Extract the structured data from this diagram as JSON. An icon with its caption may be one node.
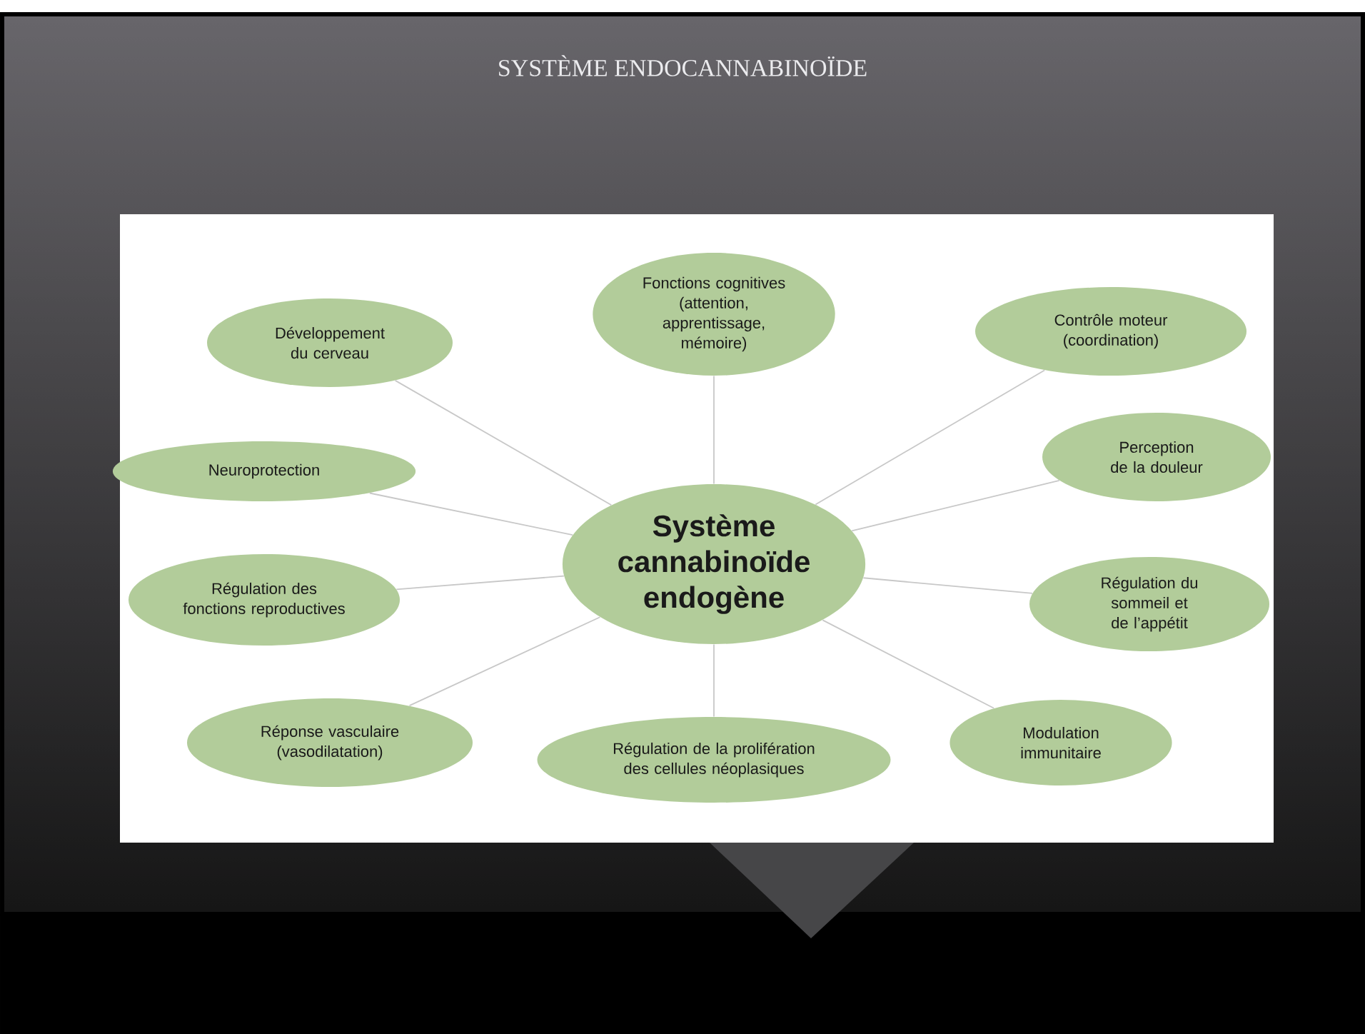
{
  "diagram": {
    "title": "SYSTÈME ENDOCANNABINOÏDE",
    "nodes": [
      {
        "text": [
          "Système cannabinoïde endogène"
        ]
      },
      {
        "text": [
          "Fonctions cognitives (attention, apprentissage, mémoire)"
        ]
      },
      {
        "text": [
          "Développement du cerveau"
        ]
      },
      {
        "text": [
          "Contrôle moteur (coordination)"
        ]
      },
      {
        "text": [
          "Neuroprotection"
        ]
      },
      {
        "text": [
          "Perception de la douleur"
        ]
      },
      {
        "text": [
          "Régulation des fonctions reproductives"
        ]
      },
      {
        "text": [
          "Régulation du sommeil et de l’appétit"
        ]
      },
      {
        "text": [
          "Réponse vasculaire (vasodilatation)"
        ]
      },
      {
        "text": [
          "Régulation de la prolifération des cellules néoplasiques"
        ]
      },
      {
        "text": [
          "Modulation immunitaire"
        ]
      }
    ],
    "edges": [
      {
        "from": 0,
        "to": 1,
        "arrow": "none"
      },
      {
        "from": 0,
        "to": 2,
        "arrow": "none"
      },
      {
        "from": 0,
        "to": 3,
        "arrow": "none"
      },
      {
        "from": 0,
        "to": 4,
        "arrow": "none"
      },
      {
        "from": 0,
        "to": 5,
        "arrow": "none"
      },
      {
        "from": 0,
        "to": 6,
        "arrow": "none"
      },
      {
        "from": 0,
        "to": 7,
        "arrow": "none"
      },
      {
        "from": 0,
        "to": 8,
        "arrow": "none"
      },
      {
        "from": 0,
        "to": 9,
        "arrow": "none"
      },
      {
        "from": 0,
        "to": 10,
        "arrow": "none"
      }
    ]
  }
}
